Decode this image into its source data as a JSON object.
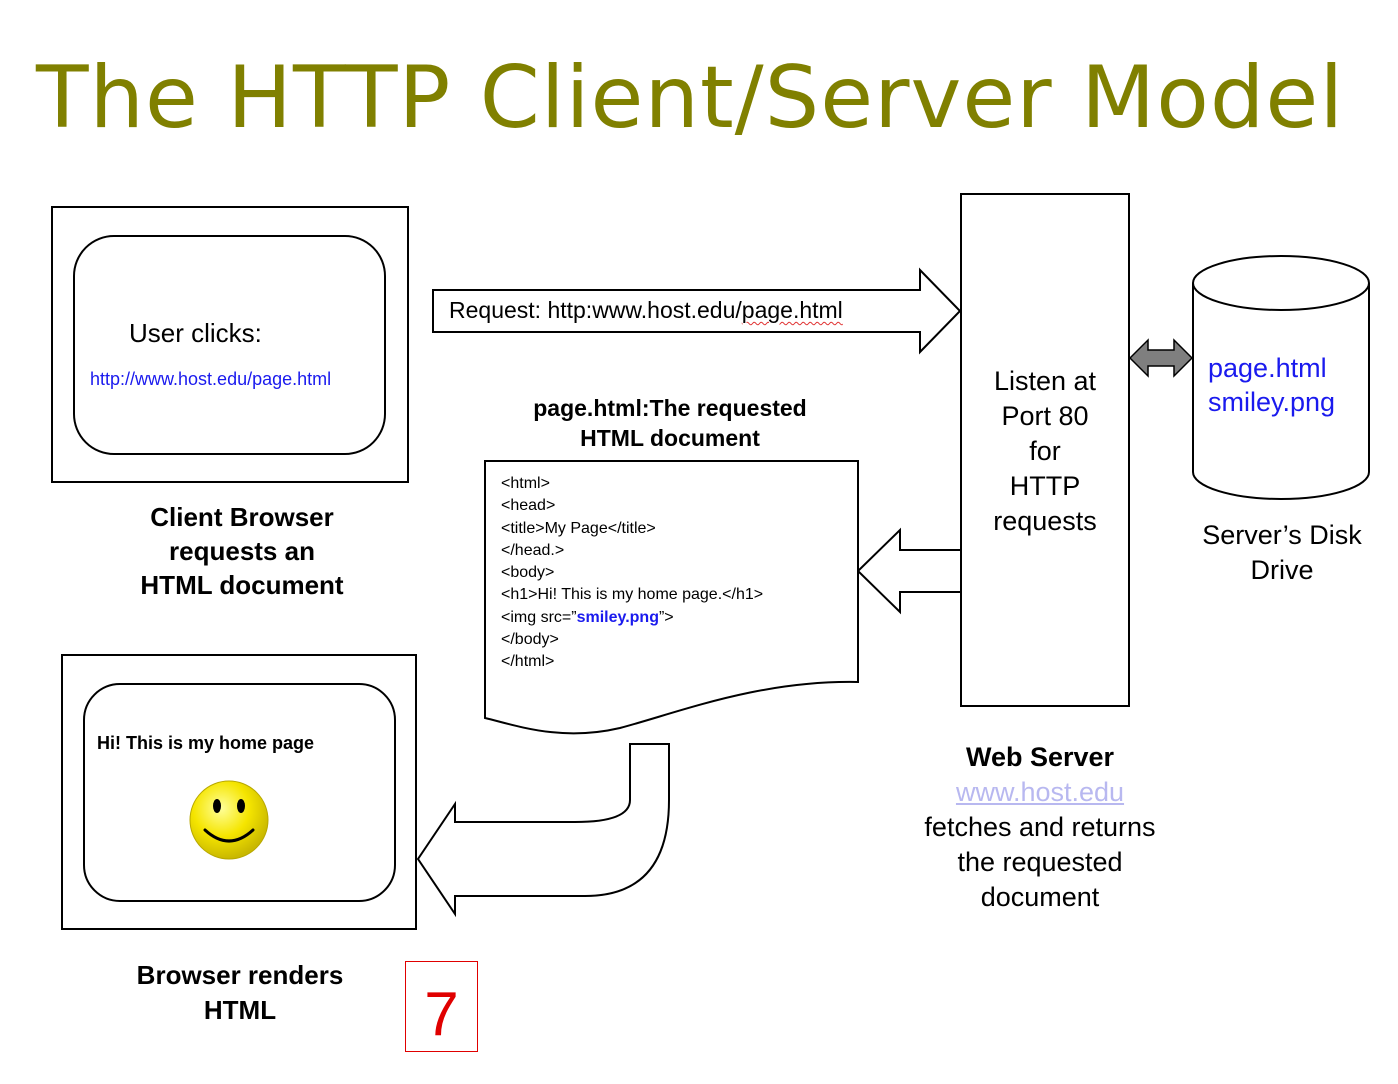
{
  "title": "The HTTP Client/Server Model",
  "client": {
    "user_clicks": "User clicks:",
    "url": "http://www.host.edu/page.html",
    "caption_line1": "Client Browser",
    "caption_line2": "requests an",
    "caption_line3": "HTML document"
  },
  "request": {
    "label_prefix": "Request: http:www.host.edu/",
    "label_file": "page.html"
  },
  "server": {
    "box_line1": "Listen at",
    "box_line2": "Port 80",
    "box_line3": "for",
    "box_line4": "HTTP",
    "box_line5": "requests",
    "caption_bold": "Web Server",
    "caption_link": "www.host.edu",
    "caption_line3": "fetches and returns",
    "caption_line4": "the requested",
    "caption_line5": "document"
  },
  "disk": {
    "file1": "page.html",
    "file2": "smiley.png",
    "caption_line1": "Server’s Disk",
    "caption_line2": "Drive"
  },
  "document": {
    "heading_line1": "page.html:The requested",
    "heading_line2": "HTML document",
    "code": [
      "<html>",
      "<head>",
      "<title>My Page</title>",
      "</head.>",
      "<body>",
      "<h1>Hi! This is my home page.</h1>"
    ],
    "img_prefix": "<img src=”",
    "img_src": "smiley.png",
    "img_suffix": "”>",
    "code_end": [
      "</body>",
      "</html>"
    ]
  },
  "rendered": {
    "heading": "Hi! This is  my home page",
    "caption_line1": "Browser renders",
    "caption_line2": "HTML"
  },
  "page_number": "7",
  "colors": {
    "title": "#808000",
    "link": "#1a1aee",
    "page_number": "#e00000",
    "smiley_fill": "#f5e500",
    "double_arrow": "#7f7f7f"
  }
}
